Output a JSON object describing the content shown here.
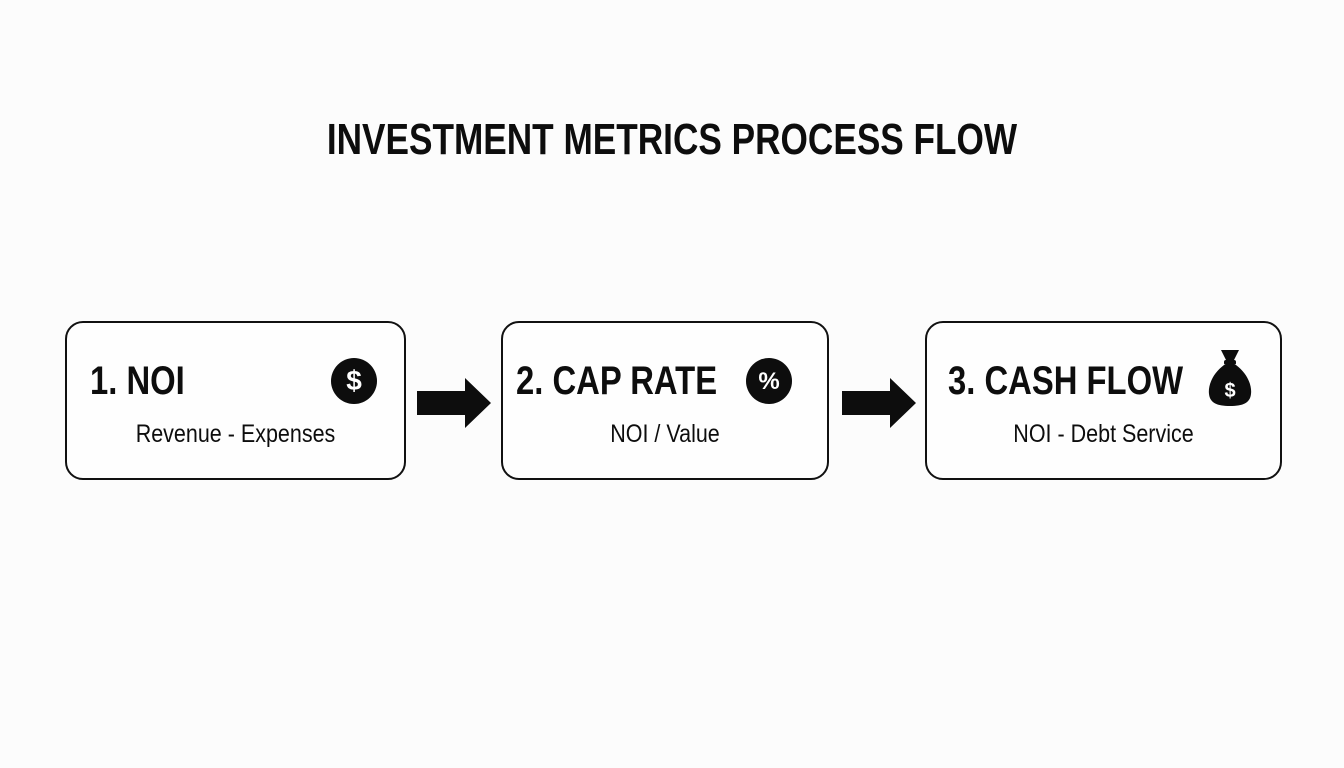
{
  "title": "INVESTMENT METRICS PROCESS FLOW",
  "steps": [
    {
      "label": "1.  NOI",
      "formula": "Revenue - Expenses",
      "icon": "dollar-coin-icon"
    },
    {
      "label": "2. CAP RATE",
      "formula": "NOI / Value",
      "icon": "percent-icon"
    },
    {
      "label": "3. CASH FLOW",
      "formula": "NOI - Debt Service",
      "icon": "money-bag-icon"
    }
  ],
  "icon_glyphs": {
    "dollar": "$",
    "percent": "%"
  },
  "colors": {
    "ink": "#0d0d0d",
    "background": "#fcfcfc"
  }
}
